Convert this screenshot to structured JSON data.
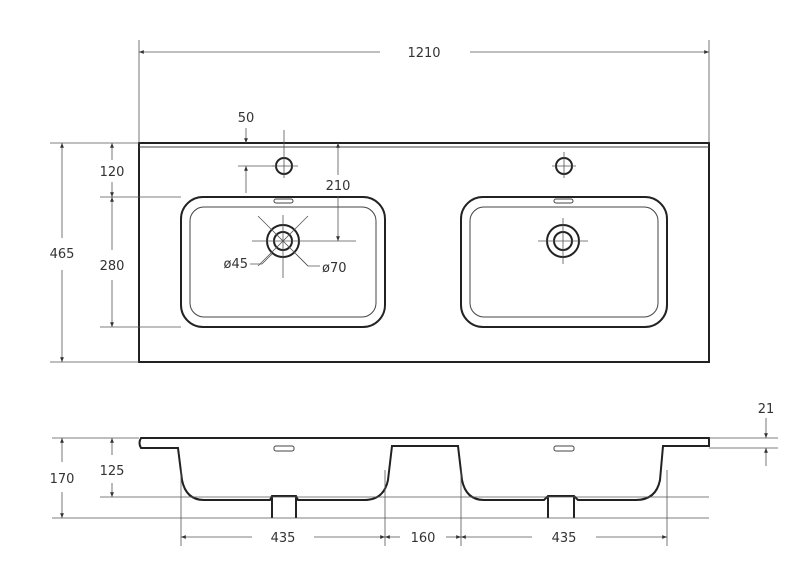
{
  "drawing": {
    "top_view": {
      "overall_width": "1210",
      "overall_depth": "465",
      "tap_offset_top": "120",
      "bowl_depth": "280",
      "tap_hole_offset": "50",
      "drain_offset": "210",
      "drain_inner_diameter": "ø45",
      "drain_outer_diameter": "ø70"
    },
    "side_view": {
      "total_height": "170",
      "bowl_height": "125",
      "rim_thickness": "21",
      "bowl_width_left": "435",
      "bowl_gap": "160",
      "bowl_width_right": "435"
    }
  }
}
